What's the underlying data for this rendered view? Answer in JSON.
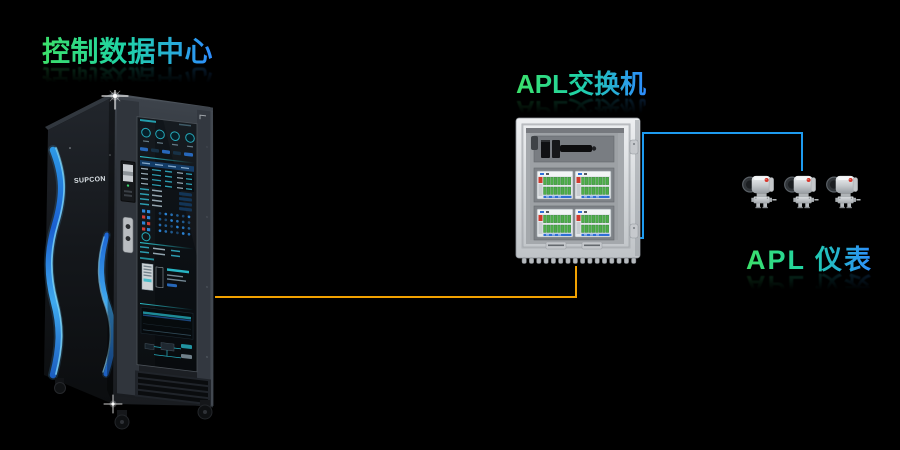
{
  "scene": {
    "background": "#000000",
    "type": "industrial-network-diagram"
  },
  "nodes": {
    "control_center": {
      "label": "控制数据中心",
      "brand": "SUPCON",
      "kind": "dcs-control-cabinet"
    },
    "apl_switch": {
      "label": "APL交换机",
      "kind": "field-switch-enclosure",
      "io_modules": 4
    },
    "apl_instruments": {
      "label": "APL 仪表",
      "kind": "pressure-transmitter",
      "count": 3
    }
  },
  "edges": [
    {
      "id": "dcs-to-switch",
      "from": "control_center",
      "to": "apl_switch",
      "color": "#f2a100"
    },
    {
      "id": "switch-to-instruments",
      "from": "apl_switch",
      "to": "apl_instruments",
      "color": "#1e9bef"
    }
  ],
  "style": {
    "title_gradient": [
      "#3ce06a",
      "#1fd3a6",
      "#2e8cff"
    ],
    "screen_accent": "#2ac4d6",
    "cabinet_ribbon": "#2f8ce8"
  }
}
